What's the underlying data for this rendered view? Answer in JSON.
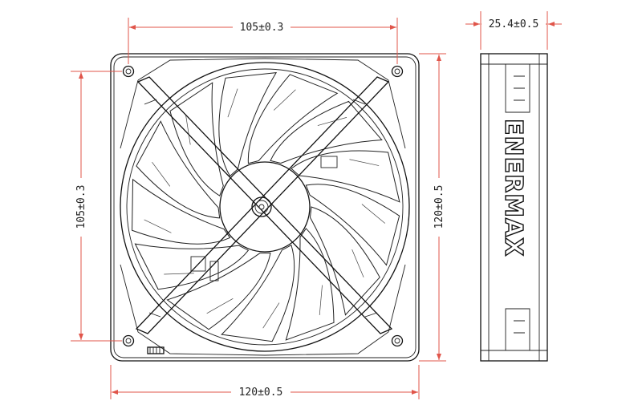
{
  "dimensions": {
    "top_width": "105±0.3",
    "left_height": "105±0.3",
    "right_height": "120±0.5",
    "bottom_width": "120±0.5",
    "side_thickness": "25.4±0.5"
  },
  "brand": {
    "logo_text": "ENERMAX"
  },
  "colors": {
    "dimension_line": "#e0554a",
    "drawing_line": "#111111"
  }
}
